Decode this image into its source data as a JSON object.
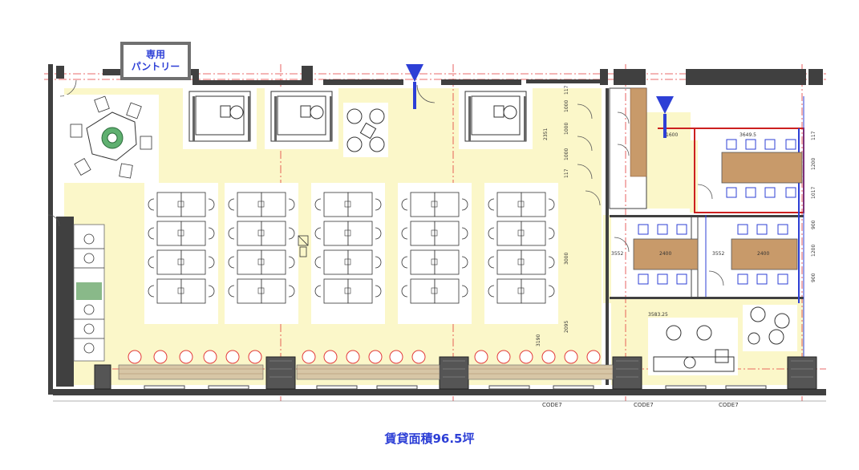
{
  "pantry_label": {
    "line1": "専用",
    "line2": "パントリー"
  },
  "area_caption": "賃貸面積96.5坪",
  "entrance_markers": 2,
  "dimensions": {
    "left_core_width": "2351",
    "middle_band_3000": "3000",
    "bottom_band_2095": "2095",
    "bottom_band_3190": "3190",
    "meeting_room_wall": "1600",
    "meeting_room_top": "3649.5",
    "meeting_room_bottom": "3583.25",
    "small_room_a": "3552",
    "small_room_b": "3552",
    "table_a": "2400",
    "table_b": "2400",
    "right_strip": [
      "117",
      "1200",
      "1017",
      "900",
      "1200",
      "900"
    ],
    "core_column": [
      "117",
      "1000",
      "1000",
      "1000",
      "117"
    ],
    "code_labels": [
      "CODE7",
      "CODE7",
      "CODE7"
    ]
  },
  "colors": {
    "floor": "#fbf7c9",
    "wall": "#404040",
    "accent_blue": "#2d3fd6",
    "grid_red": "#e23b3b",
    "wood": "#c89a6a",
    "green_room": "#3a8a3a"
  }
}
